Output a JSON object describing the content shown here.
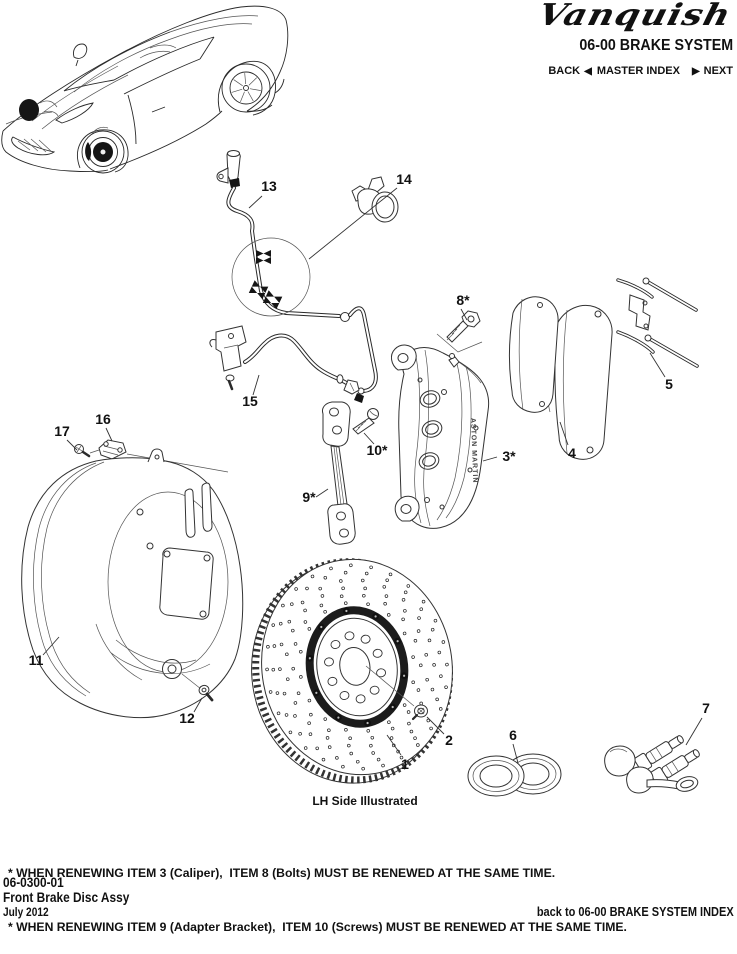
{
  "header": {
    "logo": "Vanquish",
    "section_title": "06-00 BRAKE SYSTEM",
    "nav": {
      "back": "BACK",
      "back_arrow": "◀",
      "master_index": "MASTER INDEX",
      "next_arrow": "▶",
      "next": "NEXT"
    }
  },
  "diagram": {
    "caption": "LH Side Illustrated",
    "caliper_brand": "ASTON MARTIN",
    "callouts": [
      {
        "label": "1"
      },
      {
        "label": "2"
      },
      {
        "label": "3*"
      },
      {
        "label": "4"
      },
      {
        "label": "5"
      },
      {
        "label": "6"
      },
      {
        "label": "7"
      },
      {
        "label": "8*"
      },
      {
        "label": "9*"
      },
      {
        "label": "10*"
      },
      {
        "label": "11"
      },
      {
        "label": "12"
      },
      {
        "label": "13"
      },
      {
        "label": "14"
      },
      {
        "label": "15"
      },
      {
        "label": "16"
      },
      {
        "label": "17"
      }
    ]
  },
  "notes": {
    "line1": "* WHEN RENEWING ITEM 3 (Caliper),  ITEM 8 (Bolts) MUST BE RENEWED AT THE SAME TIME.",
    "line2": "* WHEN RENEWING ITEM 9 (Adapter Bracket),  ITEM 10 (Screws) MUST BE RENEWED AT THE SAME TIME."
  },
  "footer": {
    "doc_number": "06-0300-01",
    "doc_title": "Front Brake Disc Assy",
    "date": "July 2012",
    "index_link": "back to 06-00 BRAKE SYSTEM INDEX"
  },
  "colors": {
    "ink": "#111111",
    "line": "#333333",
    "background": "#ffffff"
  }
}
